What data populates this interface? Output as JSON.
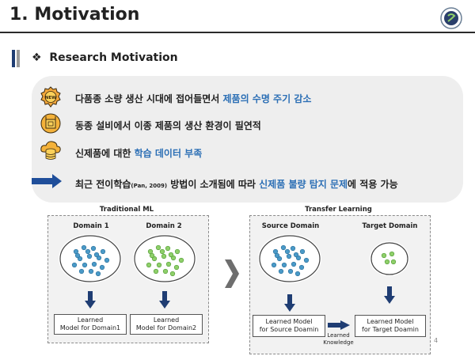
{
  "slide": {
    "title": "1.   Motivation",
    "page_number": "4"
  },
  "section": {
    "bullet_symbol": "❖",
    "title": "Research Motivation"
  },
  "bullets": [
    {
      "icon": "new-badge-icon",
      "text_plain": "다품종 소량 생산 시대에 접어들면서 ",
      "text_highlight": "제품의 수명 주기 감소",
      "text_after": ""
    },
    {
      "icon": "product-icon",
      "text_plain": "동종 설비에서 이종 제품의 생산 환경이 필연적",
      "text_highlight": "",
      "text_after": ""
    },
    {
      "icon": "cloud-database-icon",
      "text_plain": "신제품에 대한 ",
      "text_highlight": "학습 데이터 부족",
      "text_after": ""
    },
    {
      "icon": "arrow-right-icon",
      "text_plain": "최근 전이학습",
      "text_sub": "(Pan, 2009)",
      "text_middle": " 방법이 소개됨에 따라 ",
      "text_highlight": "신제품 불량 탐지 문제",
      "text_after": "에 적용 가능"
    }
  ],
  "diagram": {
    "traditional": {
      "title": "Traditional ML",
      "domains": [
        "Domain 1",
        "Domain 2"
      ],
      "models": [
        [
          "Learned",
          "Model for Domain1"
        ],
        [
          "Learned",
          "Model for Domain2"
        ]
      ]
    },
    "transfer": {
      "title": "Transfer Learning",
      "domains": [
        "Source Domain",
        "Target Domain"
      ],
      "models": [
        [
          "Learned Model",
          "for Source Doamin"
        ],
        [
          "Learned Model",
          "for Target Doamin"
        ]
      ],
      "knowledge_label": [
        "Learned",
        "Knowledge"
      ]
    },
    "colors": {
      "blue_dots": "#4a9ac8",
      "green_dots": "#8fcf6a",
      "arrow": "#1f3d73",
      "bullet_arrow": "#1f4e9a",
      "highlight": "#2c6fb5"
    }
  }
}
